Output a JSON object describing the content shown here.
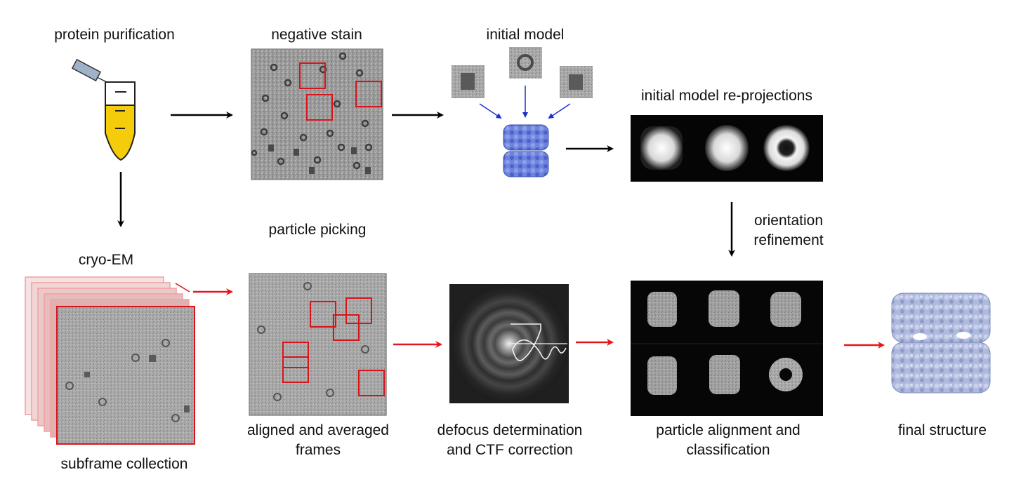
{
  "labels": {
    "protein_purification": "protein purification",
    "negative_stain": "negative stain",
    "initial_model": "initial model",
    "initial_model_reprojections": "initial model re-projections",
    "orientation_refinement_1": "orientation",
    "orientation_refinement_2": "refinement",
    "cryo_em": "cryo-EM",
    "particle_picking": "particle picking",
    "subframe_collection": "subframe collection",
    "aligned_frames_1": "aligned and averaged",
    "aligned_frames_2": "frames",
    "defocus_1": "defocus determination",
    "defocus_2": "and CTF correction",
    "particle_alignment_1": "particle alignment and",
    "particle_alignment_2": "classification",
    "final_structure": "final structure"
  },
  "colors": {
    "black_arrow": "#000000",
    "red_arrow": "#e8141b",
    "blue_arrow": "#1a2fd0",
    "selection_box": "#d8141b",
    "sample_fill": "#f4cc0a",
    "model_blue": "#6e84e0",
    "final_structure": "#b4bfe0"
  },
  "icons": [
    "pipette-icon",
    "tube-icon"
  ]
}
